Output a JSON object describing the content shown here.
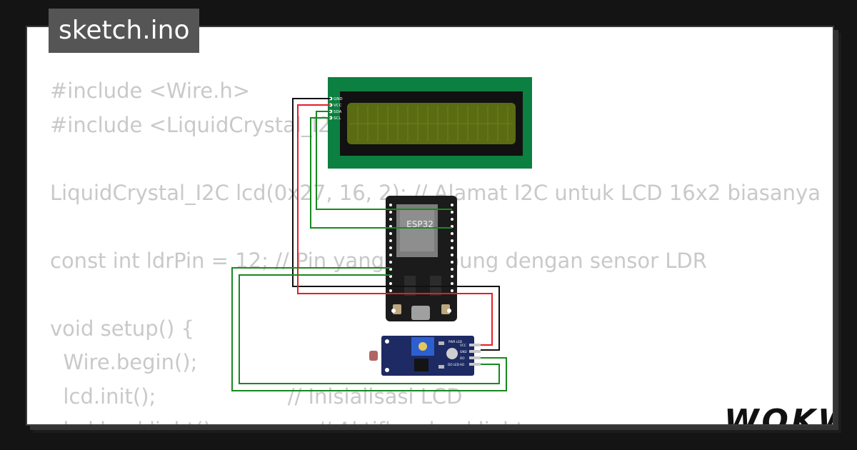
{
  "tab": {
    "filename": "sketch.ino"
  },
  "code": [
    "#include <Wire.h>",
    "#include <LiquidCrystal_I2C.h>",
    "",
    "LiquidCrystal_I2C lcd(0x27, 16, 2); // Alamat I2C untuk LCD 16x2 biasanya",
    "",
    "const int ldrPin = 12; // Pin yang terhubung dengan sensor LDR",
    "",
    "void setup() {",
    "  Wire.begin();",
    "  lcd.init();                    // Inisialisasi LCD",
    "  lcd.backlight();               // Aktifkan backlight"
  ],
  "diagram": {
    "lcd": {
      "pins": [
        "GND",
        "VCC",
        "SDA",
        "SCL"
      ]
    },
    "esp32": {
      "label": "ESP32"
    },
    "ldr_module": {
      "pins": [
        "VCC",
        "GND",
        "DO",
        "AO"
      ],
      "leds": [
        "PWR LED",
        "DO LED"
      ]
    },
    "wire_colors": {
      "gnd": "#111111",
      "vcc": "#e41e26",
      "signal": "#18891f"
    }
  },
  "brand": {
    "logo": "WOKWi"
  }
}
